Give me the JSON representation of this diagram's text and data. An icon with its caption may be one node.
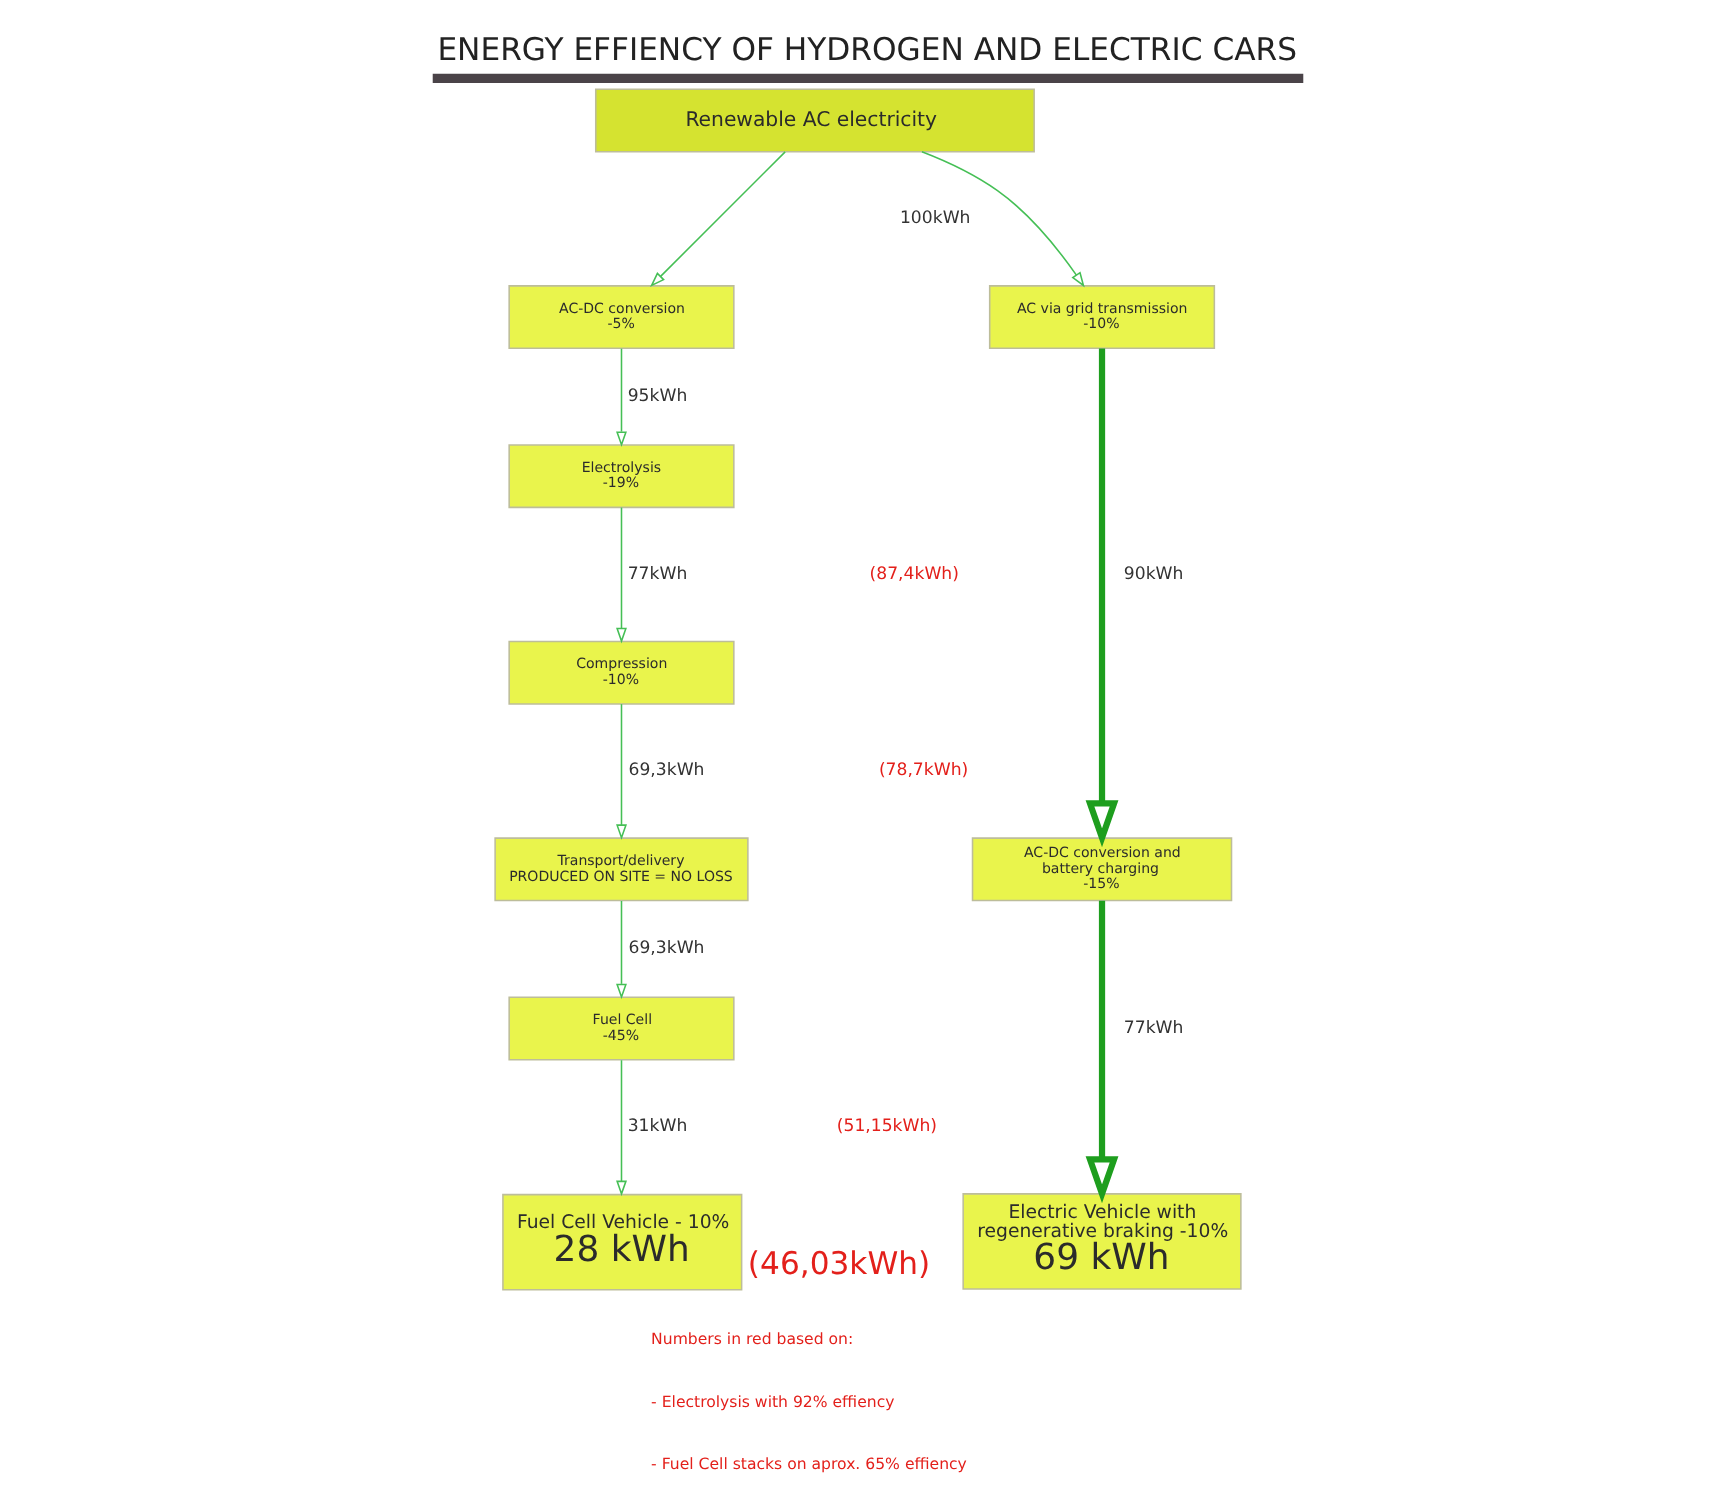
{
  "diagram": {
    "title": "ENERGY EFFIENCY OF HYDROGEN AND ELECTRIC CARS",
    "nodes": [
      {
        "text": [
          "Renewable AC electricity"
        ]
      },
      {
        "text": [
          "AC-DC conversion",
          "-5%"
        ]
      },
      {
        "text": [
          "Electrolysis",
          "-19%"
        ]
      },
      {
        "text": [
          "Compression",
          "-10%"
        ]
      },
      {
        "text": [
          "Transport/delivery",
          "PRODUCED ON SITE = NO LOSS"
        ]
      },
      {
        "text": [
          "Fuel Cell",
          "-45%"
        ]
      },
      {
        "text": [
          "Fuel Cell Vehicle - 10%",
          "28 kWh"
        ],
        "beside": [
          "(46,03kWh)"
        ]
      },
      {
        "text": [
          "AC via grid transmission",
          "-10%"
        ]
      },
      {
        "text": [
          "AC-DC conversion and battery charging",
          "-15%"
        ]
      },
      {
        "text": [
          "Electric Vehicle with regenerative braking -10%",
          "69 kWh"
        ]
      }
    ],
    "edges": [
      {
        "from": 0,
        "to": 1,
        "arrow": "to"
      },
      {
        "from": 0,
        "to": 7,
        "arrow": "to"
      },
      {
        "from": 1,
        "to": 2,
        "arrow": "to",
        "label": "95kWh"
      },
      {
        "from": 2,
        "to": 3,
        "arrow": "to",
        "label": "77kWh"
      },
      {
        "from": 3,
        "to": 4,
        "arrow": "to",
        "label": "69,3kWh"
      },
      {
        "from": 4,
        "to": 5,
        "arrow": "to",
        "label": "69,3kWh"
      },
      {
        "from": 5,
        "to": 6,
        "arrow": "to",
        "label": "31kWh"
      },
      {
        "from": 7,
        "to": 8,
        "arrow": "to",
        "label": "90kWh",
        "style": "thick",
        "color": "#1e9e1e"
      },
      {
        "from": 8,
        "to": 9,
        "arrow": "to",
        "label": "77kWh",
        "style": "thick",
        "color": "#1e9e1e"
      }
    ],
    "labels": [
      "100kWh",
      "(87,4kWh)",
      "(78,7kWh)",
      "(51,15kWh)",
      "Numbers in red based on:",
      "- Electrolysis with 92% effiency",
      "- Fuel Cell stacks on aprox. 65% effiency"
    ]
  }
}
